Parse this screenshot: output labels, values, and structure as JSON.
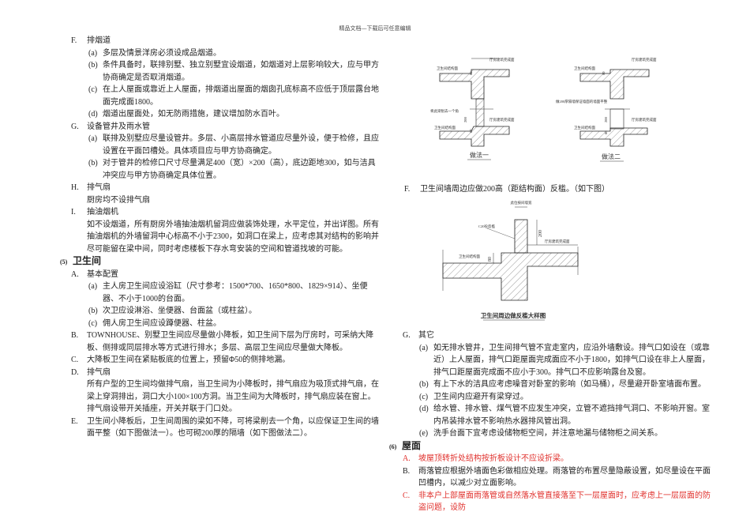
{
  "header": "精品文档---下载后可任意编辑",
  "left": {
    "F": {
      "label": "F.",
      "title": "排烟道",
      "items": [
        {
          "label": "(a)",
          "text": "多层及情景洋房必须设成品烟道。"
        },
        {
          "label": "(b)",
          "text": "条件具备时，联排别墅、独立别墅宜设烟道，如烟道对上层影响较大，应与甲方协商确定是否取消烟道。"
        },
        {
          "label": "(c)",
          "text": "在上人屋面或靠近上人屋面，排烟道出屋面的烟囱孔底标高不应低于顶层露台地面完成面1800。"
        },
        {
          "label": "(d)",
          "text": "烟道出屋面处，如无防雨措施，建议增加防水百叶。"
        }
      ]
    },
    "G": {
      "label": "G.",
      "title": "设备管井及雨水管",
      "items": [
        {
          "label": "(a)",
          "text": "联排及别墅应尽量设管井。多层、小高层排水管道应尽量外设，便于检修，且应设置在平面凹槽处。具体项目应与甲方协商确定。"
        },
        {
          "label": "(b)",
          "text": "对于管井的检修口尺寸尽量满足400（宽）×200（高），底边距地300，如与洁具冲突应与甲方协商确定具体位置。"
        }
      ]
    },
    "H": {
      "label": "H.",
      "title": "排气扇",
      "body": "厨房均不设排气扇"
    },
    "I": {
      "label": "I.",
      "title": "抽油烟机",
      "body": "如不设烟道，所有厨房外墙抽油烟机留洞应做装饰处理，水平定位，并出详图。所有抽油烟机的外墙留洞中心标高不小于2300，如洞口在梁上，应考虑其对结构的影响并尽可能留在梁中间，同时考虑楼板下存水弯安装的空间和管道找坡的可能。"
    },
    "s5": {
      "num": "(5)",
      "title": "卫生间"
    },
    "A": {
      "label": "A.",
      "title": "基本配置",
      "items": [
        {
          "label": "(a)",
          "text": "主人房卫生间应设浴缸（尺寸参考：1500*700、1650*800、1829×914）、坐便器、不小于1000的台面。"
        },
        {
          "label": "(b)",
          "text": "次卫应设淋浴、坐便器、台面盆（或柱盆）。"
        },
        {
          "label": "(c)",
          "text": "佣人房卫生间应设蹲便器、柱盆。"
        }
      ]
    },
    "B": {
      "label": "B.",
      "text": "TOWNHOUSE、别墅卫生间应尽量做小降板，如卫生间下层为厅房时，可采纳大降板、侧排或同层排水等方式进行排水；多层、高层卫生间应尽量做大降板。"
    },
    "C": {
      "label": "C.",
      "text": "大降板卫生间在紧贴板底的位置上，预留Φ50的侧排地漏。"
    },
    "D": {
      "label": "D.",
      "title": "排气扇",
      "body": "所有户型的卫生间均做排气扇，当卫生间为小降板时，排气扇应为吸顶式排气扇，在梁上穿洞排出，洞口大小100×100方洞。当卫生间为大降板时，排气扇应装在窗上。排气扇设带开关插座，开关并联于门口处。"
    },
    "E": {
      "label": "E.",
      "text": "卫生间小降板后，卫生间周围的梁如不降，可将梁削去一个角，以应保证卫生间的墙面平整（如下图做法一）。也可砌200厚的隔墙（如下图做法二）。"
    }
  },
  "diagrams": {
    "d1": {
      "caption": "做法一",
      "top_left": "卫生间结构面",
      "top_right": "厅房建筑完成面",
      "note": "将此梁削去一个角",
      "bot_right": "厅房建筑完成面",
      "bot_left": "卫生间结构面",
      "dim1": "80",
      "dim2": "200",
      "dim3": "80"
    },
    "d2": {
      "caption": "做法二",
      "top_left": "卫生间结构面",
      "top_right": "厅房建筑完成面",
      "note": "做200厚隔墙保证墙面的墙面平整",
      "bot_right": "厅房建筑完成面",
      "bot_left": "卫生间结构面",
      "dim1": "80",
      "dim2": "200",
      "dim3": "80"
    },
    "d3": {
      "caption": "卫生间周边做反槛大样图",
      "wall": "此位按间墙宽",
      "curb": "C20砼反槛",
      "dim_h": "200",
      "right": "厅房建筑完成面",
      "left": "卫生间结构面",
      "dim_s": "80"
    }
  },
  "right": {
    "F": {
      "label": "F.",
      "text": "卫生间墙周边应做200高（距结构面）反槛。（如下图）"
    },
    "G": {
      "label": "G.",
      "title": "其它",
      "items": [
        {
          "label": "(a)",
          "text": "如无排水管井，卫生间排气管不宜走室内，应沿外墙敷设。排气口如设在（或靠近）上人屋面，排气口距屋面完成面应不小于1800，如排气口设在非上人屋面，排气口距屋面完成面不应小于300。排气口不应影响露台及窗。"
        },
        {
          "label": "(b)",
          "text": "有上下水的洁具应考虑噪音对卧室的影响（如马桶），尽量避开卧室墙面布置。"
        },
        {
          "label": "(c)",
          "text": "卫生间内应避开有梁穿过。"
        },
        {
          "label": "(d)",
          "text": "给水管、排水管、煤气管不应发生冲突，立管不遮挡排气洞口、不影响开窗。室内吊装排水管不影响热水器排风管出洞。"
        },
        {
          "label": "(e)",
          "text": "洗手台面下宜考虑设储物柜空间，并注意地漏与储物柜之间关系。"
        }
      ]
    },
    "s6": {
      "num": "(6)",
      "title": "屋面"
    },
    "A": {
      "label": "A.",
      "text": "坡屋顶转折处结构按折板设计不应设折梁。",
      "color": "#e0302c"
    },
    "B": {
      "label": "B.",
      "text": "雨落管应根据外墙面色彩做相应处理。雨落管的布置尽量隐蔽设置，如尽量设在平面凹槽内，以减少对立面影响。"
    },
    "C": {
      "label": "C.",
      "text": "非本户上部屋面雨落管或自然落水管直接落至下一层屋面时，应考虑上一层层面的防盗问题，设防",
      "color": "#e0302c"
    }
  }
}
